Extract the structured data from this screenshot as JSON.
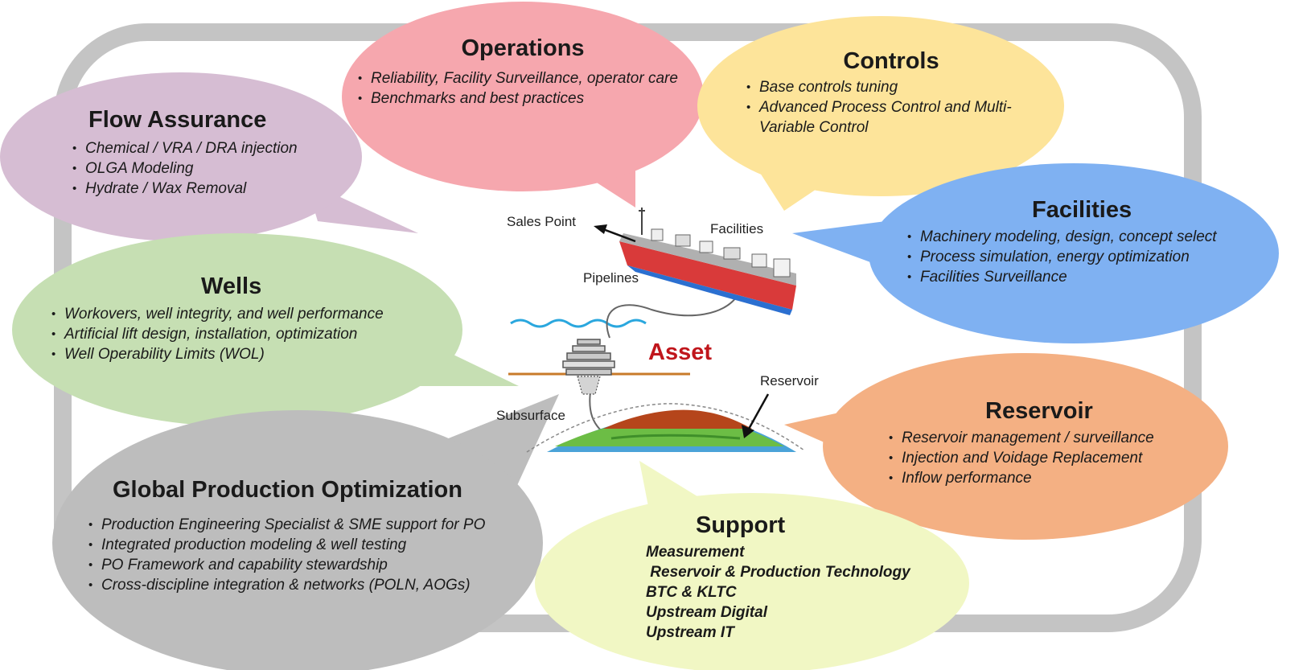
{
  "center": {
    "asset": "Asset",
    "sales_point": "Sales Point",
    "facilities": "Facilities",
    "pipelines": "Pipelines",
    "reservoir": "Reservoir",
    "subsurface": "Subsurface"
  },
  "bubbles": {
    "operations": {
      "title": "Operations",
      "color": "#F6A7AE",
      "items": [
        "Reliability,  Facility Surveillance, operator care",
        "Benchmarks and best practices"
      ]
    },
    "controls": {
      "title": "Controls",
      "color": "#FDE49A",
      "items": [
        "Base controls tuning",
        "Advanced Process Control and Multi-",
        "Variable Control"
      ]
    },
    "flow_assurance": {
      "title": "Flow Assurance",
      "color": "#D6BDD3",
      "items": [
        "Chemical / VRA / DRA injection",
        "OLGA Modeling",
        "Hydrate / Wax Removal"
      ]
    },
    "facilities": {
      "title": "Facilities",
      "color": "#7FB1F2",
      "items": [
        "Machinery modeling, design, concept select",
        "Process simulation,  energy optimization",
        "Facilities Surveillance"
      ]
    },
    "wells": {
      "title": "Wells",
      "color": "#C6DFB3",
      "items": [
        "Workovers, well integrity, and well performance",
        "Artificial lift design, installation, optimization",
        "Well Operability Limits (WOL)"
      ]
    },
    "reservoir": {
      "title": "Reservoir",
      "color": "#F4B083",
      "items": [
        "Reservoir management / surveillance",
        "Injection and Voidage Replacement",
        "Inflow performance"
      ]
    },
    "gpo": {
      "title": "Global Production Optimization",
      "color": "#BDBDBD",
      "items": [
        "Production Engineering Specialist & SME support for PO",
        "Integrated production modeling & well testing",
        "PO Framework and capability stewardship",
        "Cross-discipline integration & networks (POLN, AOGs)"
      ]
    },
    "support": {
      "title": "Support",
      "color": "#F1F7C4",
      "items": [
        "Measurement",
        " Reservoir & Production Technology",
        "BTC & KLTC",
        "Upstream Digital",
        "Upstream IT"
      ]
    }
  }
}
